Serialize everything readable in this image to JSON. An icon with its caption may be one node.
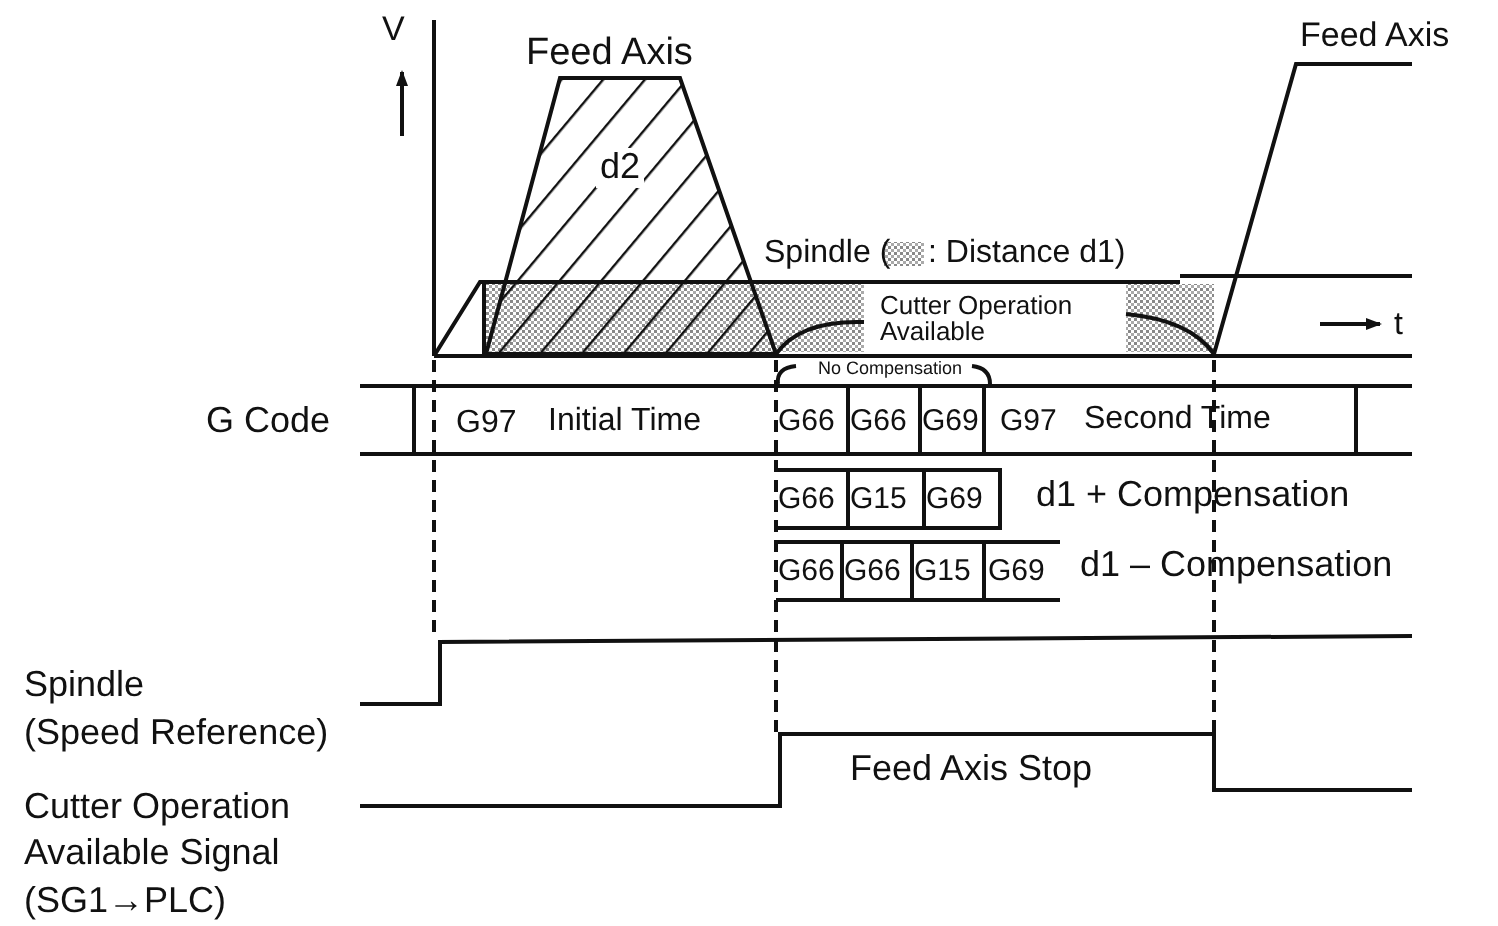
{
  "diagram": {
    "labels": [
      "V",
      "Feed Axis",
      "Feed Axis",
      "d2",
      "Spindle (",
      ":  Distance d1)",
      "Cutter Operation Available",
      "t",
      "No Compensation",
      "G Code",
      "G97",
      "Initial Time",
      "G66",
      "G66",
      "G69",
      "G97",
      "Second Time",
      "G66",
      "G15",
      "G69",
      "d1 + Compensation",
      "G66",
      "G66",
      "G15",
      "G69",
      "d1 – Compensation",
      "Spindle",
      "(Speed Reference)",
      "Feed Axis Stop",
      "Cutter Operation Available Signal (SG1→PLC)"
    ]
  }
}
